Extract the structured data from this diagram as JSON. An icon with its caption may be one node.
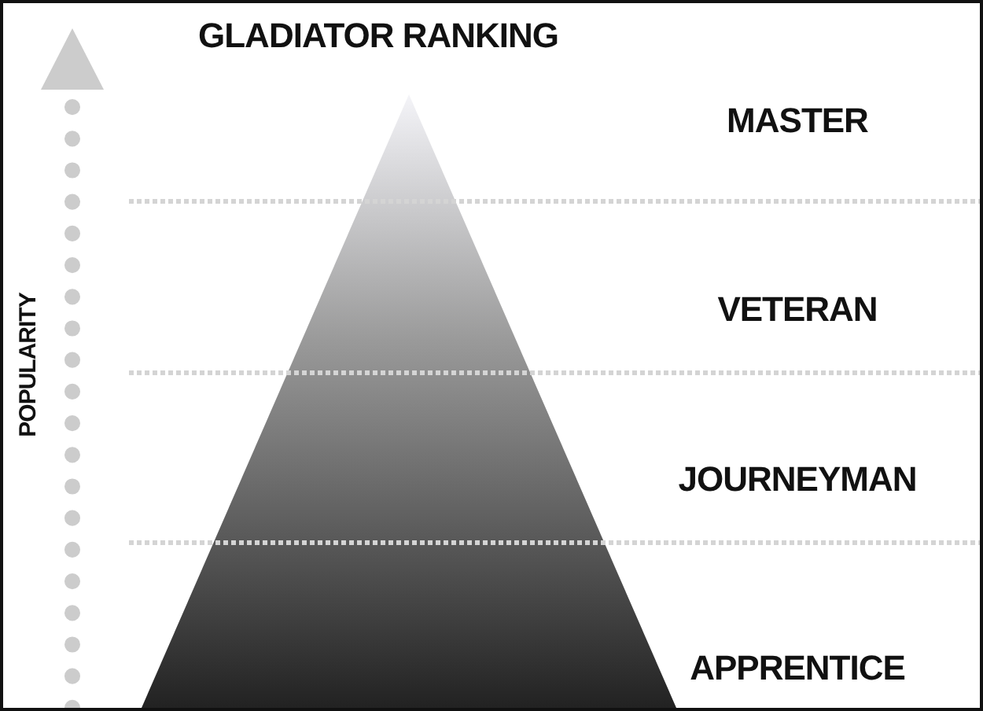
{
  "diagram": {
    "title": "GLADIATOR RANKING",
    "labels": [
      "POPULARITY",
      "MASTER",
      "VETERAN",
      "JOURNEYMAN",
      "APPRENTICE"
    ]
  }
}
